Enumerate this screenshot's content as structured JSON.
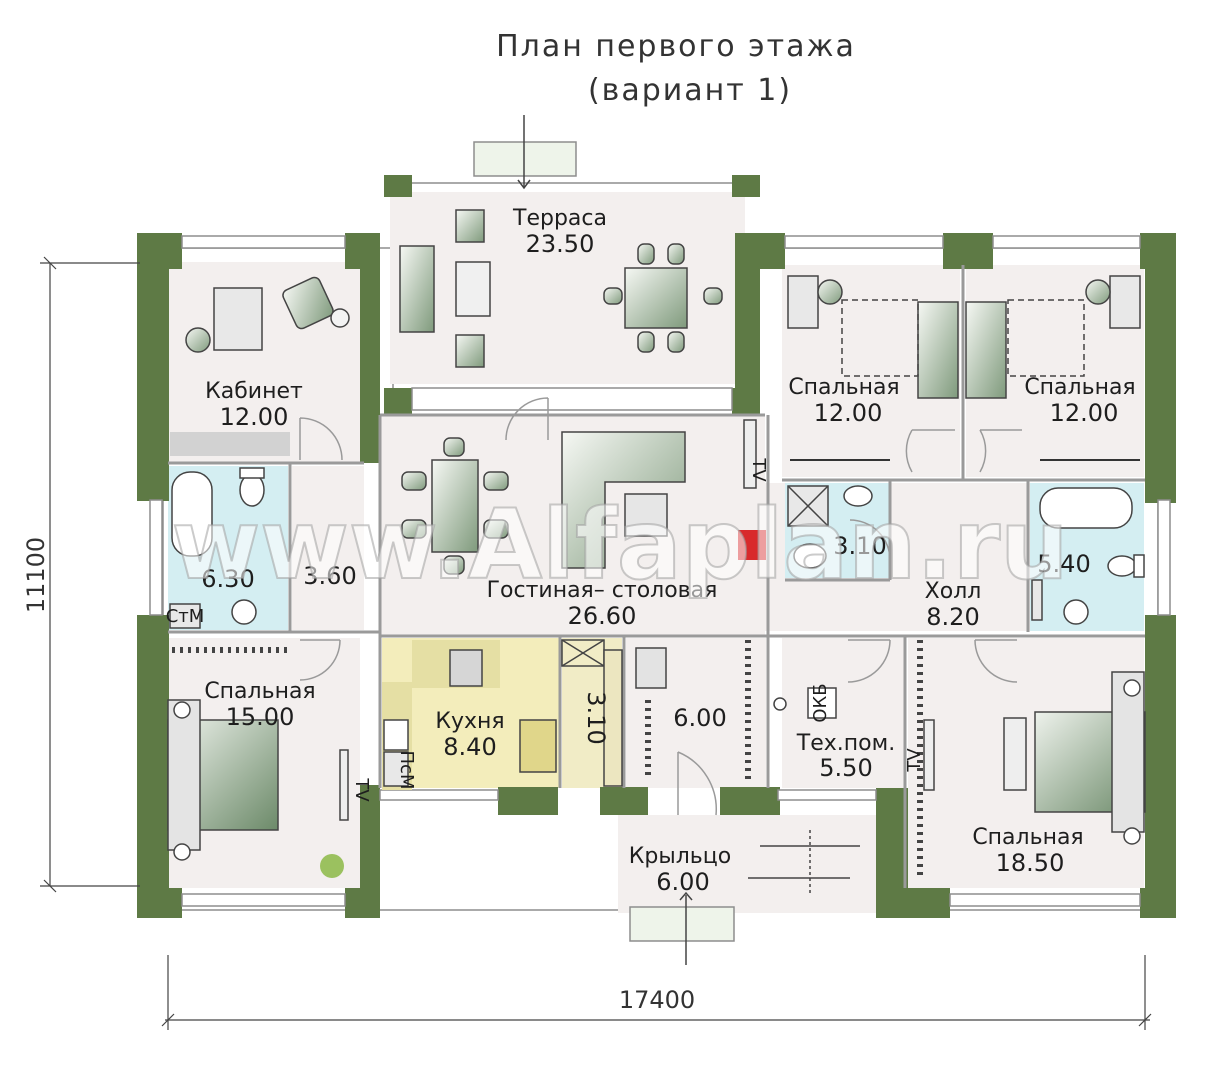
{
  "title": {
    "line1": "План первого этажа",
    "line2": "(вариант 1)"
  },
  "dimensions": {
    "width": "17400",
    "height": "11100"
  },
  "watermark": "www.Alfaplan.ru",
  "rooms": {
    "terrace": {
      "name": "Терраса",
      "area": "23.50"
    },
    "study": {
      "name": "Кабинет",
      "area": "12.00"
    },
    "bedroom_tl": {
      "name": "Спальная",
      "area": "12.00"
    },
    "bedroom_tr": {
      "name": "Спальная",
      "area": "12.00"
    },
    "living": {
      "name": "Гостиная– столовая",
      "area": "26.60"
    },
    "bath_left": {
      "area": "6.30"
    },
    "corridor_left": {
      "area": "3.60"
    },
    "shower": {
      "area": "3.10"
    },
    "bath_right": {
      "area": "5.40"
    },
    "hall": {
      "name": "Холл",
      "area": "8.20"
    },
    "bedroom_bl": {
      "name": "Спальная",
      "area": "15.00"
    },
    "kitchen": {
      "name": "Кухня",
      "area": "8.40"
    },
    "pantry": {
      "area": "3.10"
    },
    "wardrobe": {
      "area": "6.00"
    },
    "tech": {
      "name": "Тех.пом.",
      "area": "5.50"
    },
    "bedroom_br": {
      "name": "Спальная",
      "area": "18.50"
    },
    "porch": {
      "name": "Крыльцо",
      "area": "6.00"
    }
  },
  "fixtures": {
    "washer": "СтМ",
    "dishwasher": "ПсМ",
    "boiler": "ОКБ",
    "tv": "TV"
  },
  "colors": {
    "wall": "#5e7a45",
    "floor": "#f3efee",
    "tile": "#d4eef2",
    "kitchen": "#f3edbb",
    "pantry": "#f1ecc6"
  }
}
